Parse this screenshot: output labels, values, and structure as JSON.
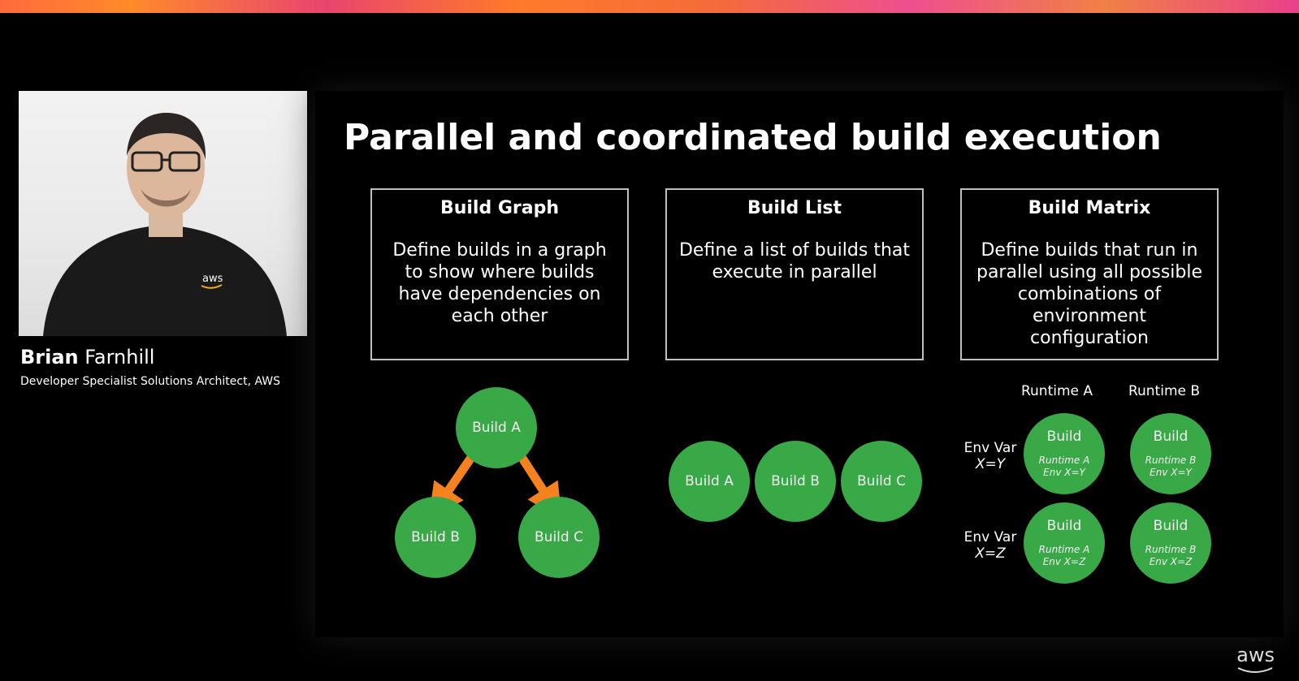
{
  "speaker": {
    "first_name": "Brian",
    "last_name": "Farnhill",
    "title": "Developer Specialist Solutions Architect, AWS",
    "shirt_logo": "aws"
  },
  "slide": {
    "title": "Parallel and coordinated build execution",
    "boxes": [
      {
        "title": "Build Graph",
        "desc": "Define builds in a graph to show where builds have dependencies on each other"
      },
      {
        "title": "Build List",
        "desc": "Define a list of builds that execute in parallel"
      },
      {
        "title": "Build Matrix",
        "desc": "Define builds that run in parallel using all possible combinations of environment configuration"
      }
    ],
    "graph": {
      "a": "Build A",
      "b": "Build B",
      "c": "Build C"
    },
    "list": {
      "a": "Build A",
      "b": "Build B",
      "c": "Build C"
    },
    "matrix": {
      "col_a": "Runtime A",
      "col_b": "Runtime B",
      "row1_label": "Env Var",
      "row1_value": "X=Y",
      "row2_label": "Env Var",
      "row2_value": "X=Z",
      "cells": [
        {
          "main": "Build",
          "sub1": "Runtime A",
          "sub2": "Env X=Y"
        },
        {
          "main": "Build",
          "sub1": "Runtime B",
          "sub2": "Env X=Y"
        },
        {
          "main": "Build",
          "sub1": "Runtime A",
          "sub2": "Env X=Z"
        },
        {
          "main": "Build",
          "sub1": "Runtime B",
          "sub2": "Env X=Z"
        }
      ]
    }
  },
  "brand": {
    "logo_text": "aws",
    "accent": "#39a846",
    "arrow": "#f5821f"
  }
}
